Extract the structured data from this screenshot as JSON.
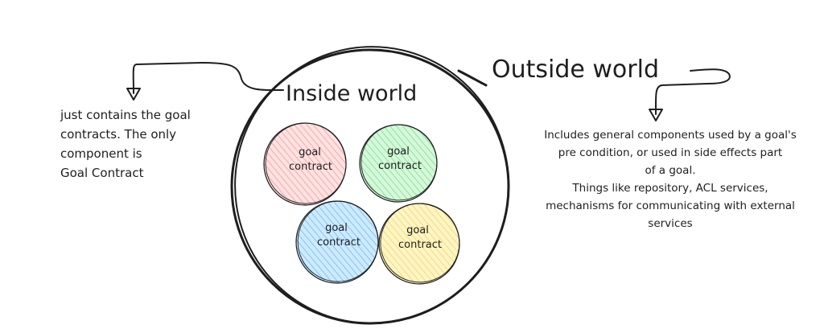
{
  "labels": {
    "inside_world": "Inside world",
    "outside_world": "Outside world"
  },
  "inside_note": {
    "lines": [
      "just contains the goal",
      "contracts. The only",
      "component is",
      "Goal Contract"
    ]
  },
  "outside_note": {
    "lines": [
      "Includes general components used by a goal's",
      "pre condition, or used in side effects part",
      "of a goal.",
      "Things like repository, ACL services,",
      "mechanisms for communicating with external",
      "services"
    ]
  },
  "goals": [
    {
      "line1": "goal",
      "line2": "contract",
      "color": "#ffc9c9"
    },
    {
      "line1": "goal",
      "line2": "contract",
      "color": "#b2f2bb"
    },
    {
      "line1": "goal",
      "line2": "contract",
      "color": "#a5d8ff"
    },
    {
      "line1": "goal",
      "line2": "contract",
      "color": "#ffec99"
    }
  ],
  "colors": {
    "stroke": "#1e1e1e"
  }
}
